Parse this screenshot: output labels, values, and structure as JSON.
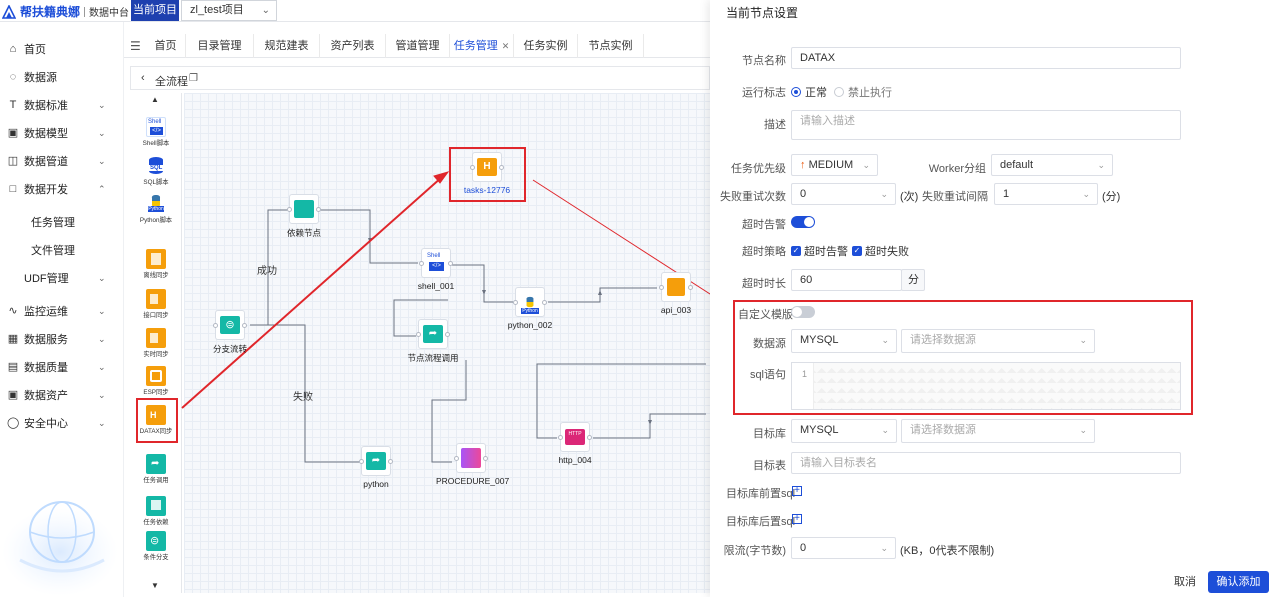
{
  "topbar": {
    "brand": "帮扶籍典娜",
    "brand_sub": "数据中台",
    "project_label": "当前项目",
    "project_value": "zl_test项目"
  },
  "sidebar": {
    "items": [
      {
        "label": "首页",
        "icon": "home-icon"
      },
      {
        "label": "数据源",
        "icon": "database-icon"
      },
      {
        "label": "数据标准",
        "icon": "standard-icon"
      },
      {
        "label": "数据模型",
        "icon": "model-icon"
      },
      {
        "label": "数据管道",
        "icon": "pipeline-icon"
      },
      {
        "label": "数据开发",
        "icon": "dev-icon"
      },
      {
        "label": "任务管理"
      },
      {
        "label": "文件管理"
      },
      {
        "label": "UDF管理"
      },
      {
        "label": "监控运维",
        "icon": "monitor-icon"
      },
      {
        "label": "数据服务",
        "icon": "service-icon"
      },
      {
        "label": "数据质量",
        "icon": "quality-icon"
      },
      {
        "label": "数据资产",
        "icon": "asset-icon"
      },
      {
        "label": "安全中心",
        "icon": "shield-icon"
      }
    ]
  },
  "tabs": [
    "首页",
    "目录管理",
    "规范建表",
    "资产列表",
    "管道管理",
    "任务管理",
    "任务实例",
    "节点实例"
  ],
  "flow": {
    "title": "全流程"
  },
  "palette": {
    "items": [
      "Shell脚本",
      "SQL脚本",
      "Python脚本",
      "离线同步",
      "接口同步",
      "实时同步",
      "ESP同步",
      "DATAX同步",
      "任务调用",
      "任务依赖",
      "条件分支"
    ],
    "icon_text": {
      "shell": "Shell",
      "sql": "SQL",
      "python": "Python"
    }
  },
  "canvas": {
    "nodes": {
      "tasks": "tasks-12776",
      "dep": "依赖节点",
      "shell": "shell_001",
      "python2": "python_002",
      "api": "api_003",
      "branch": "分支流转",
      "flowcall": "节点流程调用",
      "python": "python",
      "procedure": "PROCEDURE_007",
      "http": "http_004"
    },
    "edge_labels": {
      "success": "成功",
      "fail": "失败"
    },
    "icon_text": {
      "shell": "Shell",
      "python": "Python",
      "http": "HTTP"
    }
  },
  "panel": {
    "title": "当前节点设置",
    "node_name_label": "节点名称",
    "node_name": "DATAX",
    "run_flag_label": "运行标志",
    "run_normal": "正常",
    "run_forbid": "禁止执行",
    "desc_label": "描述",
    "desc_placeholder": "请输入描述",
    "priority_label": "任务优先级",
    "priority": "MEDIUM",
    "worker_label": "Worker分组",
    "worker": "default",
    "retry_label": "失败重试次数",
    "retry": "0",
    "retry_unit": "(次)",
    "retry_interval_label": "失败重试间隔",
    "retry_interval": "1",
    "retry_interval_unit": "(分)",
    "timeout_alert_label": "超时告警",
    "timeout_strategy_label": "超时策略",
    "timeout_alert_opt": "超时告警",
    "timeout_fail_opt": "超时失败",
    "timeout_len_label": "超时时长",
    "timeout_len": "60",
    "timeout_unit": "分",
    "custom_tpl_label": "自定义模版",
    "datasource_label": "数据源",
    "datasource_type": "MYSQL",
    "datasource_placeholder": "请选择数据源",
    "sql_label": "sql语句",
    "sql_line": "1",
    "target_db_label": "目标库",
    "target_db_type": "MYSQL",
    "target_db_placeholder": "请选择数据源",
    "target_table_label": "目标表",
    "target_table_placeholder": "请输入目标表名",
    "pre_sql_label": "目标库前置sql",
    "post_sql_label": "目标库后置sql",
    "limit_label": "限流(字节数)",
    "limit": "0",
    "limit_unit": "(KB，0代表不限制)",
    "cancel": "取消",
    "confirm": "确认添加"
  },
  "colors": {
    "primary": "#1d4ed8",
    "annotation": "#e0262b",
    "datax": "#f59e0b",
    "teal": "#14b8a6"
  }
}
